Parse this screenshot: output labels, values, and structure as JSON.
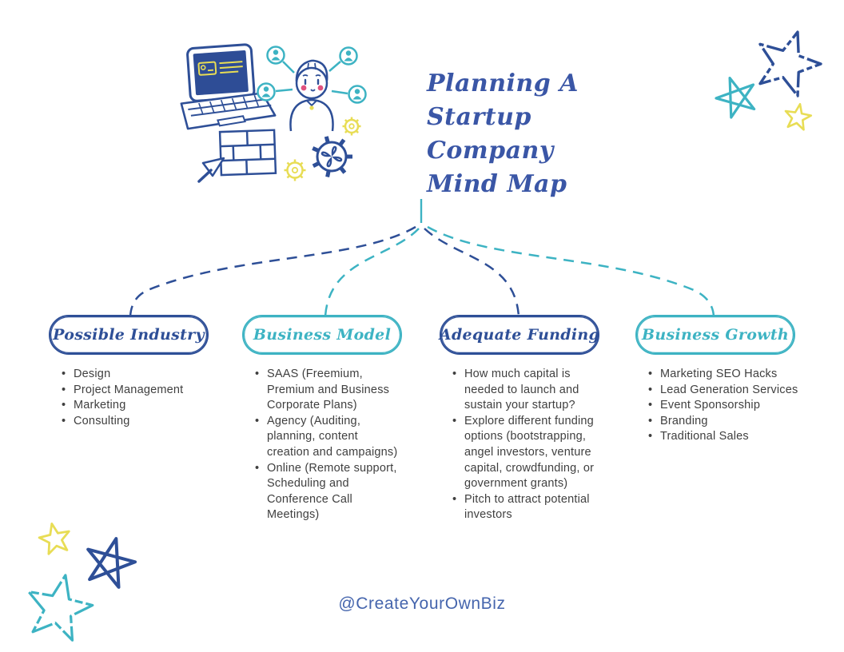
{
  "palette": {
    "navy": "#2e4f97",
    "teal": "#3db3c3",
    "yellow": "#e8dd55",
    "title_blue": "#3a56a6",
    "list_text": "#3f3f3f",
    "footer_blue": "#4565ad",
    "cheek_pink": "#e0527e",
    "laptop_screen_blue": "#2e4d96"
  },
  "header": {
    "title_lines": [
      "Planning A",
      "Startup Company",
      "Mind Map"
    ]
  },
  "illustration": {
    "name": "startup-teamwork-doodle",
    "parts": [
      "laptop",
      "networking-person",
      "brick-wall",
      "gears"
    ]
  },
  "decorations": {
    "stars_top_right": [
      "navy-dashed-outline-star",
      "teal-scribble-star",
      "yellow-outline-star"
    ],
    "stars_bottom_left": [
      "yellow-outline-star",
      "navy-scribble-star",
      "teal-dashed-outline-star"
    ]
  },
  "branches": [
    {
      "label": "Possible Industry",
      "accent": "#2e4f97",
      "items": [
        "Design",
        "Project Management",
        "Marketing",
        "Consulting"
      ]
    },
    {
      "label": "Business Model",
      "accent": "#3db3c3",
      "items": [
        "SAAS (Freemium, Premium and Business Corporate Plans)",
        "Agency (Auditing, planning, content creation and campaigns)",
        "Online (Remote support, Scheduling and Conference Call Meetings)"
      ]
    },
    {
      "label": "Adequate Funding",
      "accent": "#2e4f97",
      "items": [
        "How much capital is needed to launch and sustain your startup?",
        "Explore different funding options (bootstrapping, angel investors, venture capital, crowdfunding, or government grants)",
        "Pitch to attract potential investors"
      ]
    },
    {
      "label": "Business Growth",
      "accent": "#3db3c3",
      "items": [
        "Marketing SEO Hacks",
        "Lead Generation Services",
        "Event Sponsorship",
        "Branding",
        "Traditional Sales"
      ]
    }
  ],
  "footer": {
    "handle": "@CreateYourOwnBiz"
  }
}
